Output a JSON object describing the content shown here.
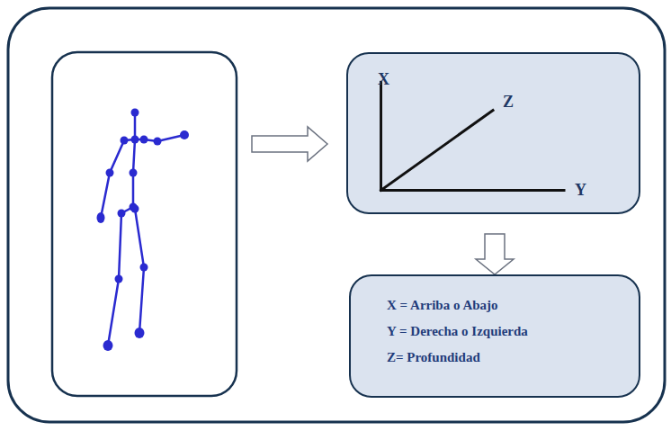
{
  "diagram": {
    "nodes": [
      {
        "text": [
          "X",
          "Z",
          "Y"
        ]
      },
      {
        "text": [
          "X = Arriba o Abajo",
          "Y = Derecha o Izquierda",
          "Z= Profundidad"
        ]
      }
    ],
    "edges": [
      {
        "from": 0,
        "to": 1,
        "arrow": "to"
      }
    ]
  }
}
